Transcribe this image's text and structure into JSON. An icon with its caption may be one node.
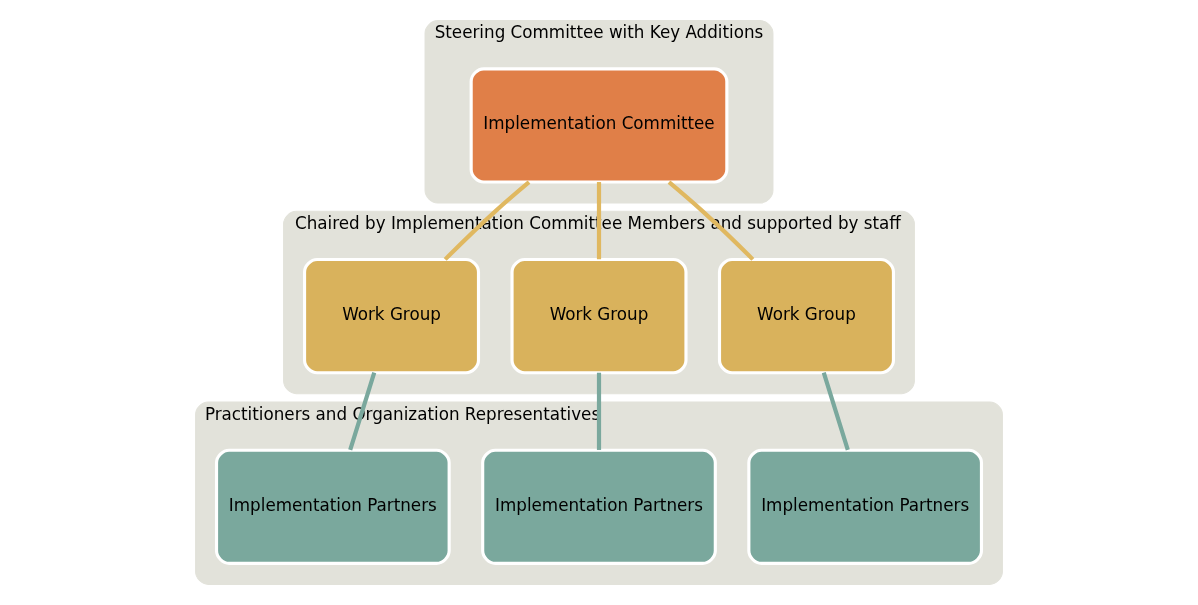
{
  "diagram": {
    "nodes": [
      {
        "text": [
          "Steering Committee with Key Additions"
        ]
      },
      {
        "text": [
          "Implementation Committee"
        ],
        "in": 0
      },
      {
        "text": [
          "Chaired by Implementation Committee Members and supported by staff"
        ]
      },
      {
        "text": [
          "Work Group"
        ],
        "in": 2
      },
      {
        "text": [
          "Work Group"
        ],
        "in": 2
      },
      {
        "text": [
          "Work Group"
        ],
        "in": 2
      },
      {
        "text": [
          "Practitioners and Organization Representatives"
        ]
      },
      {
        "text": [
          "Implementation Partners"
        ],
        "in": 6
      },
      {
        "text": [
          "Implementation Partners"
        ],
        "in": 6
      },
      {
        "text": [
          "Implementation Partners"
        ],
        "in": 6
      }
    ],
    "edges": [
      {
        "from": 1,
        "to": 3,
        "arrow": "none"
      },
      {
        "from": 1,
        "to": 4,
        "arrow": "none"
      },
      {
        "from": 1,
        "to": 5,
        "arrow": "none"
      },
      {
        "from": 3,
        "to": 7,
        "arrow": "none",
        "color": "#7aa89d"
      },
      {
        "from": 4,
        "to": 8,
        "arrow": "none",
        "color": "#7aa89d"
      },
      {
        "from": 5,
        "to": 9,
        "arrow": "none",
        "color": "#7aa89d"
      }
    ]
  }
}
